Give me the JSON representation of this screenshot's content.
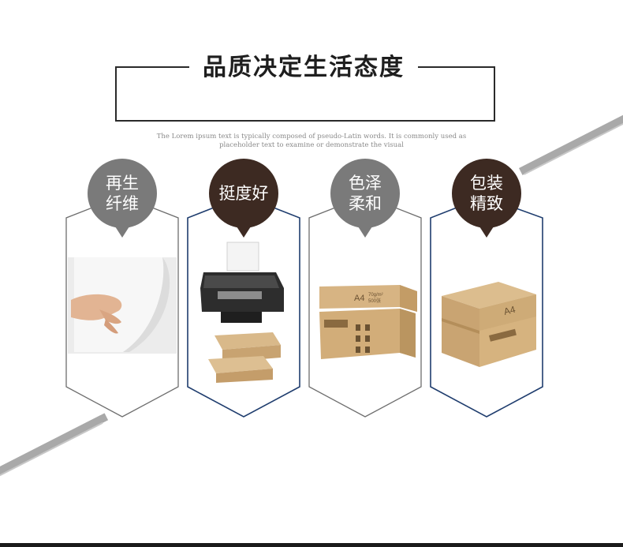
{
  "header": {
    "title": "品质决定生活态度",
    "subtitle_line1": "The Lorem ipsum text is typically composed of pseudo-Latin words. It is commonly used as",
    "subtitle_line2": "placeholder text to examine or demonstrate the visual"
  },
  "colors": {
    "gray_bubble": "#7a7a7a",
    "brown_bubble": "#3d2a22",
    "gray_outline": "#6e6e6e",
    "blue_outline": "#1f3d6e",
    "stripe": "#a7a7a7"
  },
  "features": [
    {
      "line1": "再生",
      "line2": "纤维",
      "theme": "gray",
      "image": "hand-paper"
    },
    {
      "line1": "挺度好",
      "line2": "",
      "theme": "brown",
      "image": "printer-paper"
    },
    {
      "line1": "色泽",
      "line2": "柔和",
      "theme": "gray",
      "image": "paper-box"
    },
    {
      "line1": "包装",
      "line2": "精致",
      "theme": "brown",
      "image": "paper-box-large"
    }
  ],
  "box_labels": {
    "a4": "A4",
    "weight": "70g/m²",
    "count": "500张"
  }
}
